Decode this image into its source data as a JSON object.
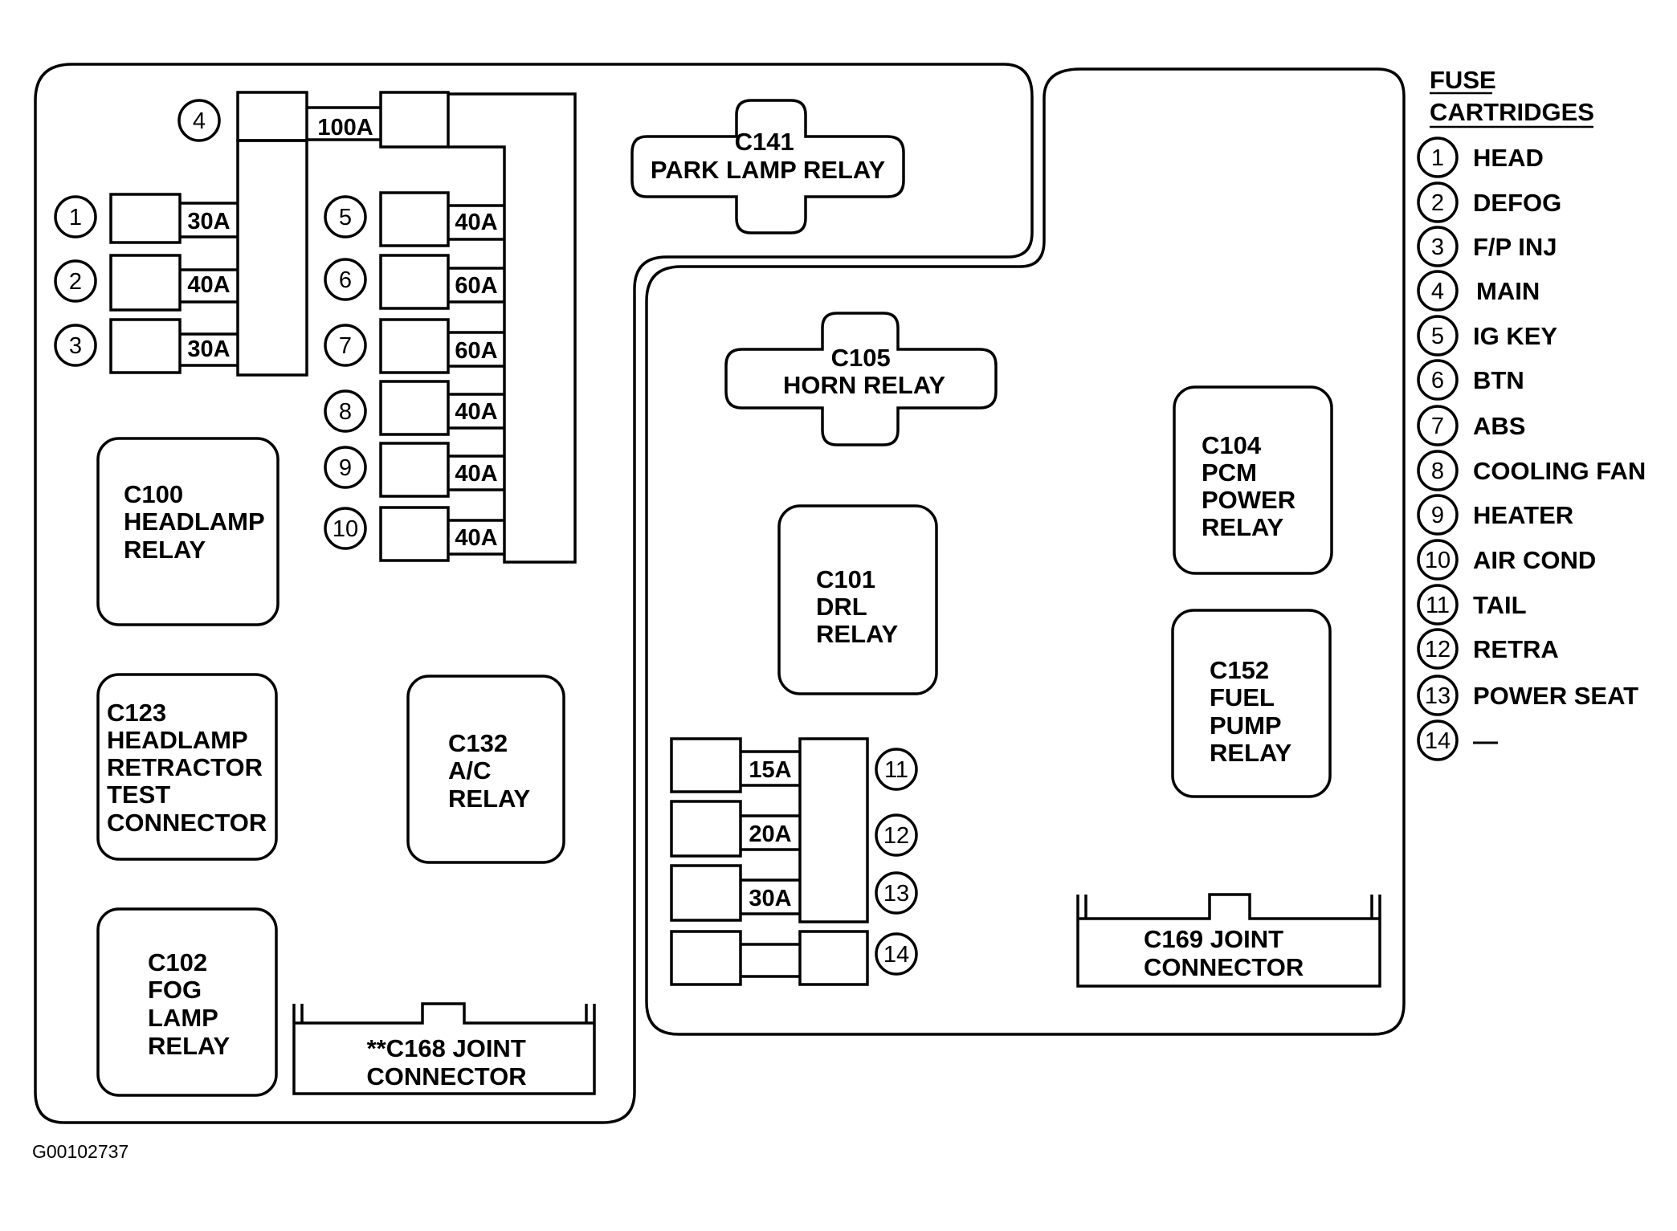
{
  "legend": {
    "title_line1": "FUSE",
    "title_line2": "CARTRIDGES",
    "items": [
      {
        "num": "1",
        "label": "HEAD"
      },
      {
        "num": "2",
        "label": "DEFOG"
      },
      {
        "num": "3",
        "label": "F/P INJ"
      },
      {
        "num": "4",
        "label": "MAIN"
      },
      {
        "num": "5",
        "label": "IG KEY"
      },
      {
        "num": "6",
        "label": "BTN"
      },
      {
        "num": "7",
        "label": "ABS"
      },
      {
        "num": "8",
        "label": "COOLING FAN"
      },
      {
        "num": "9",
        "label": "HEATER"
      },
      {
        "num": "10",
        "label": "AIR COND"
      },
      {
        "num": "11",
        "label": "TAIL"
      },
      {
        "num": "12",
        "label": "RETRA"
      },
      {
        "num": "13",
        "label": "POWER SEAT"
      },
      {
        "num": "14",
        "label": "—"
      }
    ]
  },
  "fuses": {
    "f1": {
      "num": "1",
      "amp": "30A"
    },
    "f2": {
      "num": "2",
      "amp": "40A"
    },
    "f3": {
      "num": "3",
      "amp": "30A"
    },
    "f4": {
      "num": "4",
      "amp": "100A"
    },
    "f5": {
      "num": "5",
      "amp": "40A"
    },
    "f6": {
      "num": "6",
      "amp": "60A"
    },
    "f7": {
      "num": "7",
      "amp": "60A"
    },
    "f8": {
      "num": "8",
      "amp": "40A"
    },
    "f9": {
      "num": "9",
      "amp": "40A"
    },
    "f10": {
      "num": "10",
      "amp": "40A"
    },
    "f11": {
      "num": "11",
      "amp": "15A"
    },
    "f12": {
      "num": "12",
      "amp": "20A"
    },
    "f13": {
      "num": "13",
      "amp": "30A"
    },
    "f14": {
      "num": "14"
    }
  },
  "components": {
    "c141": [
      "C141",
      "PARK LAMP  RELAY"
    ],
    "c105": [
      "C105",
      "HORN  RELAY"
    ],
    "c100": [
      "C100",
      "HEADLAMP",
      "RELAY"
    ],
    "c123": [
      "C123",
      "HEADLAMP",
      "RETRACTOR",
      "TEST",
      "CONNECTOR"
    ],
    "c132": [
      "C132",
      "A/C",
      "RELAY"
    ],
    "c102": [
      "C102",
      "FOG",
      "LAMP",
      "RELAY"
    ],
    "c168": [
      "**C168 JOINT",
      "CONNECTOR"
    ],
    "c101": [
      "C101",
      "DRL",
      "RELAY"
    ],
    "c104": [
      "C104",
      "PCM",
      "POWER",
      "RELAY"
    ],
    "c152": [
      "C152",
      "FUEL",
      "PUMP",
      "RELAY"
    ],
    "c169": [
      "C169 JOINT",
      "CONNECTOR"
    ]
  },
  "figure_code": "G00102737"
}
